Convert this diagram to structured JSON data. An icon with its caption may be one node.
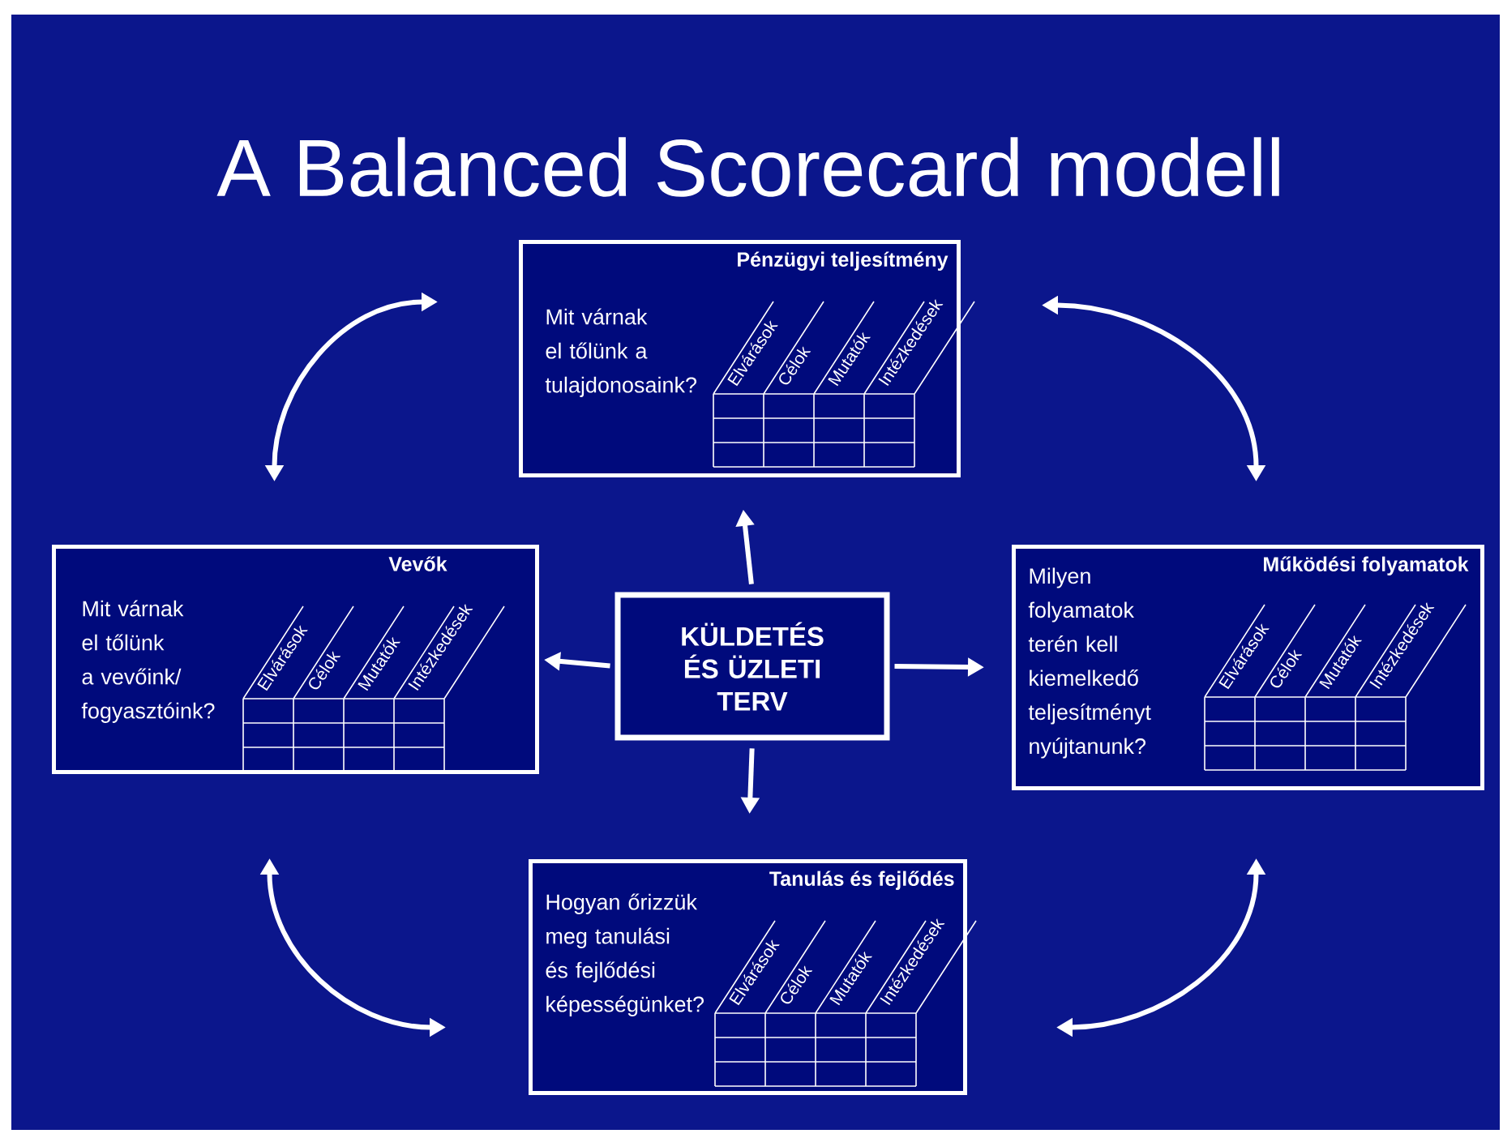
{
  "diagram": {
    "title": "A Balanced Scorecard modell",
    "nodes": [
      {
        "text": [
          "KÜLDETÉS ÉS ÜZLETI TERV"
        ]
      },
      {
        "text": [
          "Pénzügyi teljesítmény",
          "Mit várnak el tőlünk a tulajdonosaink?",
          "Elvárások",
          "Célok",
          "Mutatók",
          "Intézkedések"
        ]
      },
      {
        "text": [
          "Vevők",
          "Mit várnak el tőlünk a vevőink/ fogyasztóink?",
          "Elvárások",
          "Célok",
          "Mutatók",
          "Intézkedések"
        ]
      },
      {
        "text": [
          "Működési folyamatok",
          "Milyen folyamatok terén kell kiemelkedő teljesítményt nyújtanunk?",
          "Elvárások",
          "Célok",
          "Mutatók",
          "Intézkedések"
        ]
      },
      {
        "text": [
          "Tanulás és fejlődés",
          "Hogyan őrizzük meg tanulási és fejlődési képességünket?",
          "Elvárások",
          "Célok",
          "Mutatók",
          "Intézkedések"
        ]
      }
    ],
    "edges": [
      {
        "from": 0,
        "to": 1,
        "arrow": "to"
      },
      {
        "from": 0,
        "to": 2,
        "arrow": "to"
      },
      {
        "from": 0,
        "to": 3,
        "arrow": "to"
      },
      {
        "from": 0,
        "to": 4,
        "arrow": "to"
      },
      {
        "from": 1,
        "to": 2,
        "arrow": "both"
      },
      {
        "from": 1,
        "to": 3,
        "arrow": "both"
      },
      {
        "from": 2,
        "to": 4,
        "arrow": "both"
      },
      {
        "from": 3,
        "to": 4,
        "arrow": "both"
      }
    ]
  }
}
